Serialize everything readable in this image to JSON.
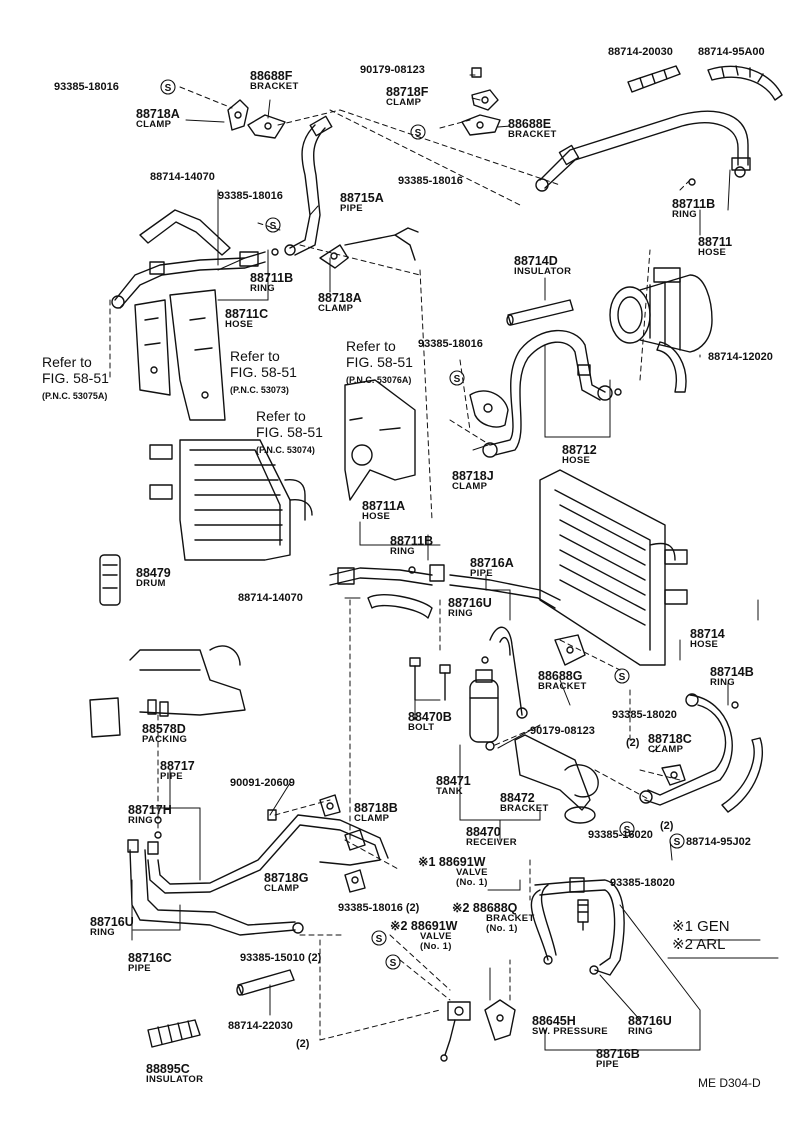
{
  "labels": {
    "l_93385_18016_a": "93385-18016",
    "l_88718A_a": "88718A",
    "l_88718A_a_sub": "CLAMP",
    "l_88688F": "88688F",
    "l_88688F_sub": "BRACKET",
    "l_90179_08123_a": "90179-08123",
    "l_88718F": "88718F",
    "l_88718F_sub": "CLAMP",
    "l_88688E": "88688E",
    "l_88688E_sub": "BRACKET",
    "l_93385_18016_b": "93385-18016",
    "l_88714_20030": "88714-20030",
    "l_88714_95A00": "88714-95A00",
    "l_88714_14070_a": "88714-14070",
    "l_93385_18016_c": "93385-18016",
    "l_88715A": "88715A",
    "l_88715A_sub": "PIPE",
    "l_88711B_a": "88711B",
    "l_88711B_a_sub": "RING",
    "l_88711C": "88711C",
    "l_88711C_sub": "HOSE",
    "l_88718A_b": "88718A",
    "l_88718A_b_sub": "CLAMP",
    "l_88711B_b": "88711B",
    "l_88711B_b_sub": "RING",
    "l_88711": "88711",
    "l_88711_sub": "HOSE",
    "l_88714D": "88714D",
    "l_88714D_sub": "INSULATOR",
    "l_88714_12020": "88714-12020",
    "ref1_line1": "Refer to",
    "ref1_line2": "FIG. 58-51",
    "ref1_pnc": "(P.N.C. 53075A)",
    "ref2_line1": "Refer to",
    "ref2_line2": "FIG. 58-51",
    "ref2_pnc": "(P.N.C. 53073)",
    "ref3_line1": "Refer to",
    "ref3_line2": "FIG. 58-51",
    "ref3_pnc": "(P.N.C. 53076A)",
    "ref4_line1": "Refer to",
    "ref4_line2": "FIG. 58-51",
    "ref4_pnc": "(P.N.C. 53074)",
    "l_93385_18016_d": "93385-18016",
    "l_88718J": "88718J",
    "l_88718J_sub": "CLAMP",
    "l_88712": "88712",
    "l_88712_sub": "HOSE",
    "l_88711A": "88711A",
    "l_88711A_sub": "HOSE",
    "l_88711B_c": "88711B",
    "l_88711B_c_sub": "RING",
    "l_88716A": "88716A",
    "l_88716A_sub": "PIPE",
    "l_88479": "88479",
    "l_88479_sub": "DRUM",
    "l_88714_14070_b": "88714-14070",
    "l_88716U_a": "88716U",
    "l_88716U_a_sub": "RING",
    "l_88714": "88714",
    "l_88714_sub": "HOSE",
    "l_88688G": "88688G",
    "l_88688G_sub": "BRACKET",
    "l_88714B": "88714B",
    "l_88714B_sub": "RING",
    "l_88578D": "88578D",
    "l_88578D_sub": "PACKING",
    "l_88470B": "88470B",
    "l_88470B_sub": "BOLT",
    "l_93385_18020_a": "93385-18020",
    "l_90179_08123_b": "90179-08123",
    "l_88718C_qty": "(2)",
    "l_88718C": "88718C",
    "l_88718C_sub": "CLAMP",
    "l_88717": "88717",
    "l_88717_sub": "PIPE",
    "l_90091_20609": "90091-20609",
    "l_88471": "88471",
    "l_88471_sub": "TANK",
    "l_88472": "88472",
    "l_88472_sub": "BRACKET",
    "l_88717H": "88717H",
    "l_88717H_sub": "RING",
    "l_88718B": "88718B",
    "l_88718B_sub": "CLAMP",
    "l_88470": "88470",
    "l_88470_sub": "RECEIVER",
    "l_93385_16020": "93385-16020",
    "l_88714_95J02_qty": "(2)",
    "l_88714_95J02": "88714-95J02",
    "l_93385_18020_b": "93385-18020",
    "l_88691W_1_mark": "※1",
    "l_88691W_1": "88691W",
    "l_88691W_1_sub": "VALVE",
    "l_88691W_1_sub2": "(No. 1)",
    "l_88718G": "88718G",
    "l_88718G_sub": "CLAMP",
    "l_93385_18016_e": "93385-18016 (2)",
    "l_88688Q_mark": "※2",
    "l_88688Q": "88688Q",
    "l_88688Q_sub": "BRACKET",
    "l_88688Q_sub2": "(No. 1)",
    "l_88691W_2_mark": "※2",
    "l_88691W_2": "88691W",
    "l_88691W_2_sub": "VALVE",
    "l_88691W_2_sub2": "(No. 1)",
    "l_88716U_b": "88716U",
    "l_88716U_b_sub": "RING",
    "l_88716C": "88716C",
    "l_88716C_sub": "PIPE",
    "l_93385_15010": "93385-15010 (2)",
    "l_88714_22030": "88714-22030",
    "l_88714_22030_qty": "(2)",
    "l_88645H": "88645H",
    "l_88645H_sub": "SW. PRESSURE",
    "l_88716U_c": "88716U",
    "l_88716U_c_sub": "RING",
    "l_88716B": "88716B",
    "l_88716B_sub": "PIPE",
    "l_88895C": "88895C",
    "l_88895C_sub": "INSULATOR",
    "legend1_mark": "※1",
    "legend1_text": "GEN",
    "legend2_mark": "※2",
    "legend2_text": "ARL",
    "fig_code": "ME  D304-D"
  }
}
